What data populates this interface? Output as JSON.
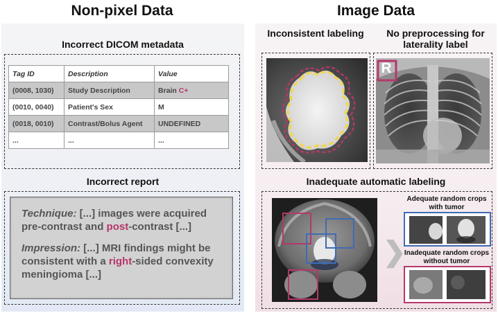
{
  "columns": {
    "left_title": "Non-pixel Data",
    "right_title": "Image Data"
  },
  "dicom": {
    "title": "Incorrect DICOM metadata",
    "headers": [
      "Tag ID",
      "Description",
      "Value"
    ],
    "rows": [
      {
        "tag": "(0008, 1030)",
        "description": "Study Description",
        "value": "Brain",
        "value_highlight": "C+"
      },
      {
        "tag": "(0010, 0040)",
        "description": "Patient's Sex",
        "value": "M",
        "value_highlight": ""
      },
      {
        "tag": "(0018, 0010)",
        "description": "Contrast/Bolus Agent",
        "value": "UNDEFINED",
        "value_highlight": ""
      },
      {
        "tag": "...",
        "description": "...",
        "value": "...",
        "value_highlight": ""
      }
    ]
  },
  "report": {
    "title": "Incorrect report",
    "technique_label": "Technique:",
    "technique_pre": " [...] images were acquired pre-contrast and ",
    "technique_highlight": "post",
    "technique_post": "-contrast [...]",
    "impression_label": "Impression:",
    "impression_pre": " [...] MRI findings might be consistent with a ",
    "impression_highlight": "right",
    "impression_post": "-sided convexity meningioma [...]"
  },
  "image_data": {
    "inconsistent_title": "Inconsistent labeling",
    "laterality_title": "No preprocessing for laterality label",
    "laterality_marker": "R",
    "automatic_title": "Inadequate automatic labeling",
    "adequate_title": "Adequate random crops with tumor",
    "inadequate_title": "Inadequate random crops without tumor"
  },
  "colors": {
    "magenta": "#b5376b",
    "blue": "#3f6bb5",
    "yellow": "#f2d64b"
  }
}
